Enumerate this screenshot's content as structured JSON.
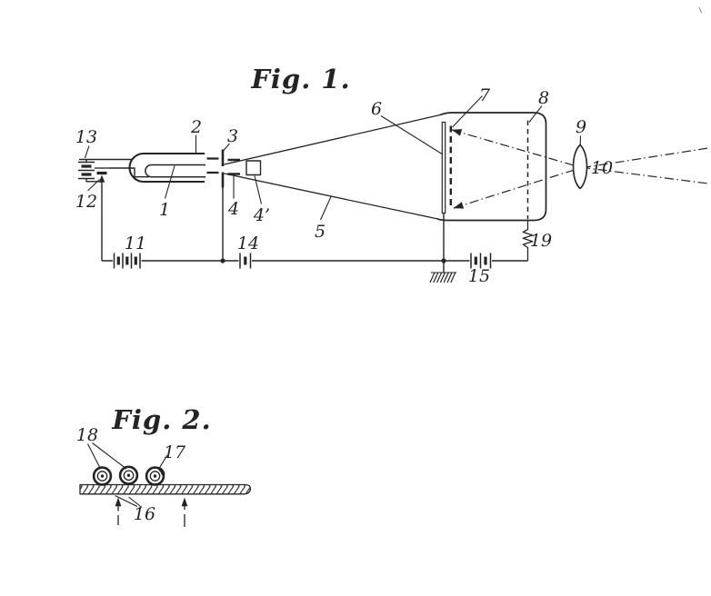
{
  "page": {
    "ink_color": "#242424",
    "paper_color": "#ffffff"
  },
  "fig1": {
    "title": "Fig. 1.",
    "labels": {
      "n1": "1",
      "n2": "2",
      "n3": "3",
      "n4": "4",
      "n4p": "4’",
      "n5": "5",
      "n6": "6",
      "n7": "7",
      "n8": "8",
      "n9": "9",
      "n10": "10",
      "n11": "11",
      "n12": "12",
      "n13": "13",
      "n14": "14",
      "n15": "15",
      "n19": "19"
    }
  },
  "fig2": {
    "title": "Fig. 2.",
    "labels": {
      "n16": "16",
      "n17": "17",
      "n18": "18"
    }
  }
}
